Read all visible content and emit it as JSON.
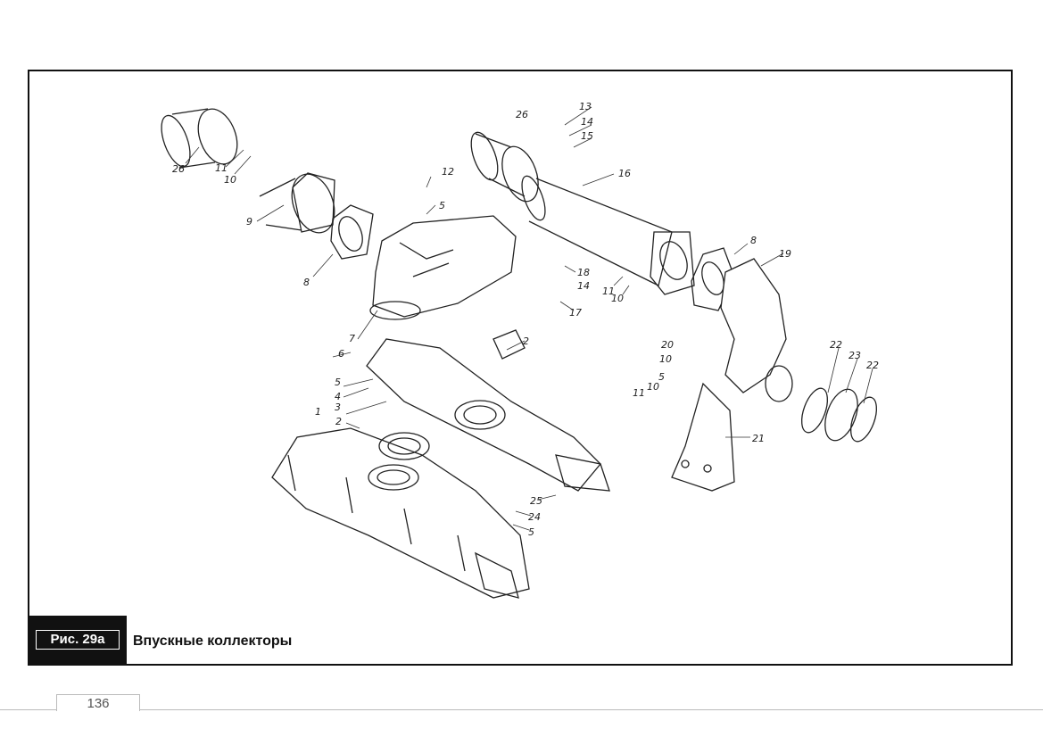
{
  "figure": {
    "number_label": "Рис. 29а",
    "title": "Впускные коллекторы"
  },
  "callouts": [
    "1",
    "2",
    "2",
    "3",
    "4",
    "5",
    "5",
    "5",
    "5",
    "6",
    "7",
    "8",
    "8",
    "9",
    "10",
    "10",
    "10",
    "10",
    "11",
    "11",
    "11",
    "12",
    "13",
    "14",
    "14",
    "15",
    "16",
    "17",
    "18",
    "19",
    "20",
    "21",
    "22",
    "22",
    "23",
    "24",
    "25",
    "26",
    "26"
  ],
  "page_number": "136"
}
